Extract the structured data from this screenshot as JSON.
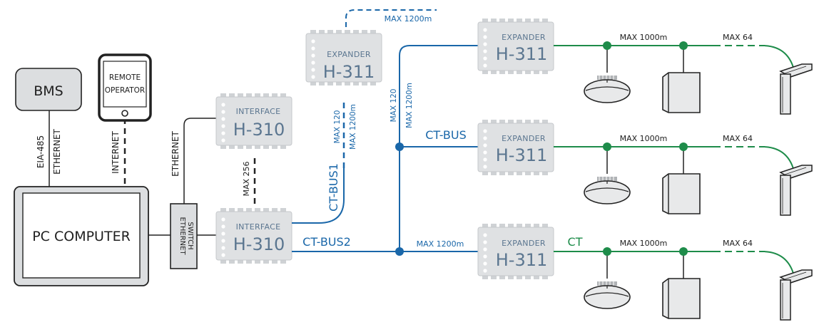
{
  "colors": {
    "bus_blue": "#1a67a9",
    "green": "#1e8c4a",
    "module_fill": "#dfe1e3",
    "device_fill": "#e8e9ea",
    "line_dark": "#222222"
  },
  "bms": {
    "label": "BMS"
  },
  "remote": {
    "label_line1": "REMOTE",
    "label_line2": "OPERATOR"
  },
  "pc": {
    "label": "PC COMPUTER"
  },
  "links": {
    "eia485": "EIA-485",
    "ethernet_bms": "ETHERNET",
    "internet": "INTERNET",
    "ethernet_iface": "ETHERNET"
  },
  "switch": {
    "line1": "ETHERNET",
    "line2": "SWITCH"
  },
  "interfaces": [
    {
      "sub": "INTERFACE",
      "model": "H-310"
    },
    {
      "sub": "INTERFACE",
      "model": "H-310"
    }
  ],
  "max256": "MAX 256",
  "expander_top": {
    "sub": "EXPANDER",
    "model": "H-311"
  },
  "max1200_top": "MAX 1200m",
  "ctbus1": {
    "label": "CT-BUS1",
    "max120": "MAX 120",
    "max1200": "MAX 1200m"
  },
  "ctbus2": {
    "label": "CT-BUS2",
    "max1200": "MAX 1200m"
  },
  "ctbus": {
    "label": "CT-BUS",
    "max120": "MAX 120",
    "max1200": "MAX 1200m"
  },
  "expanders": [
    {
      "sub": "EXPANDER",
      "model": "H-311",
      "max1000": "MAX 1000m",
      "max64": "MAX 64",
      "ct": ""
    },
    {
      "sub": "EXPANDER",
      "model": "H-311",
      "max1000": "MAX 1000m",
      "max64": "MAX 64",
      "ct": ""
    },
    {
      "sub": "EXPANDER",
      "model": "H-311",
      "max1000": "MAX 1000m",
      "max64": "MAX 64",
      "ct": "CT"
    }
  ]
}
